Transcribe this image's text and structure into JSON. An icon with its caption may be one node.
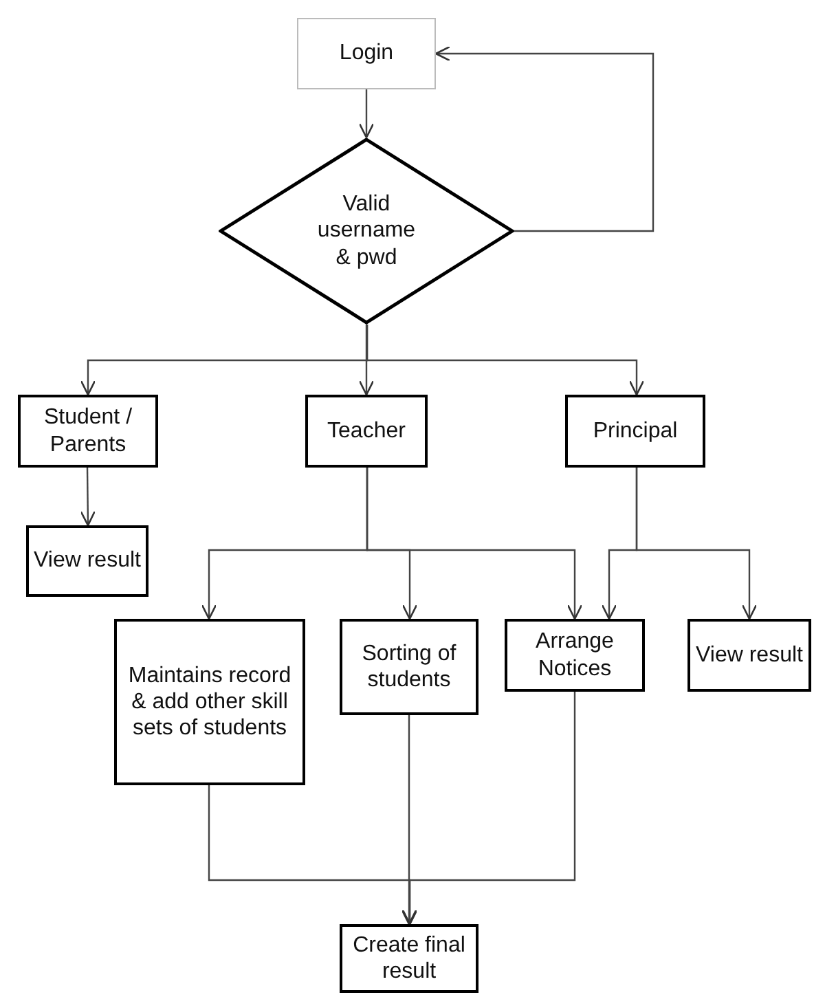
{
  "diagram": {
    "nodes": [
      {
        "text": [
          "Login"
        ]
      },
      {
        "text": [
          "Valid username & pwd"
        ]
      },
      {
        "text": [
          "Student / Parents"
        ]
      },
      {
        "text": [
          "Teacher"
        ]
      },
      {
        "text": [
          "Principal"
        ]
      },
      {
        "text": [
          "View result"
        ]
      },
      {
        "text": [
          "Maintains record & add other skill sets of students"
        ]
      },
      {
        "text": [
          "Sorting of students"
        ]
      },
      {
        "text": [
          "Arrange Notices"
        ]
      },
      {
        "text": [
          "View result"
        ]
      },
      {
        "text": [
          "Create final result"
        ]
      }
    ],
    "edges": [
      {
        "from": 0,
        "to": 1,
        "arrow": "to"
      },
      {
        "from": 1,
        "to": 0,
        "arrow": "to"
      },
      {
        "from": 1,
        "to": 2,
        "arrow": "to"
      },
      {
        "from": 1,
        "to": 3,
        "arrow": "to"
      },
      {
        "from": 1,
        "to": 4,
        "arrow": "to"
      },
      {
        "from": 2,
        "to": 5,
        "arrow": "to"
      },
      {
        "from": 3,
        "to": 6,
        "arrow": "to"
      },
      {
        "from": 3,
        "to": 7,
        "arrow": "to"
      },
      {
        "from": 3,
        "to": 8,
        "arrow": "to"
      },
      {
        "from": 4,
        "to": 8,
        "arrow": "to"
      },
      {
        "from": 4,
        "to": 9,
        "arrow": "to"
      },
      {
        "from": 6,
        "to": 10,
        "arrow": "to"
      },
      {
        "from": 7,
        "to": 10,
        "arrow": "to"
      },
      {
        "from": 8,
        "to": 10,
        "arrow": "to"
      }
    ]
  }
}
